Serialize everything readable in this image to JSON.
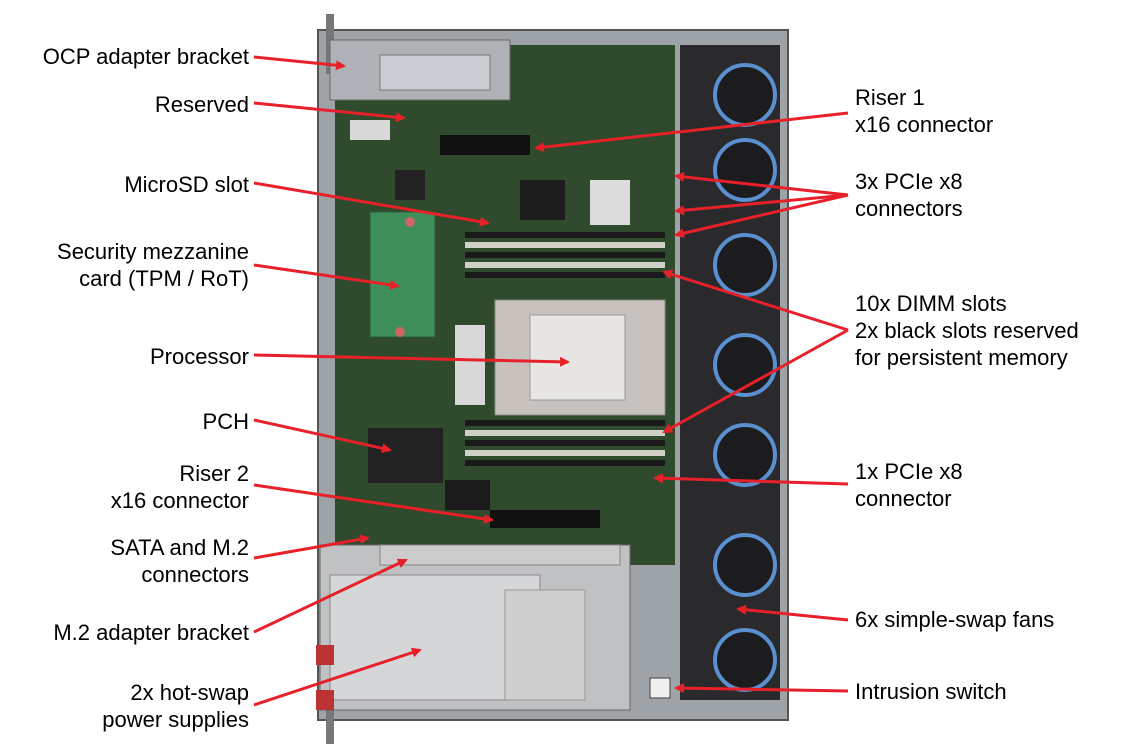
{
  "labels_left": [
    {
      "id": "ocp-adapter-bracket",
      "text": "OCP adapter bracket"
    },
    {
      "id": "reserved",
      "text": "Reserved"
    },
    {
      "id": "microsd-slot",
      "text": "MicroSD slot"
    },
    {
      "id": "security-mezzanine-card",
      "text": "Security mezzanine\ncard (TPM / RoT)"
    },
    {
      "id": "processor",
      "text": "Processor"
    },
    {
      "id": "pch",
      "text": "PCH"
    },
    {
      "id": "riser-2",
      "text": "Riser 2\nx16 connector"
    },
    {
      "id": "sata-m2-connectors",
      "text": "SATA and M.2\nconnectors"
    },
    {
      "id": "m2-adapter-bracket",
      "text": "M.2 adapter bracket"
    },
    {
      "id": "power-supplies",
      "text": "2x hot-swap\npower supplies"
    }
  ],
  "labels_right": [
    {
      "id": "riser-1",
      "text": "Riser 1\nx16 connector"
    },
    {
      "id": "pcie-x8-3",
      "text": "3x PCIe x8\nconnectors"
    },
    {
      "id": "dimm-slots",
      "text": "10x DIMM slots\n2x black slots reserved\nfor persistent memory"
    },
    {
      "id": "pcie-x8-1",
      "text": "1x PCIe x8\nconnector"
    },
    {
      "id": "fans",
      "text": "6x simple-swap fans"
    },
    {
      "id": "intrusion-switch",
      "text": "Intrusion switch"
    }
  ],
  "colors": {
    "arrow": "#e8202a",
    "board": "#2f4a2c",
    "chassis": "#b9bcbf",
    "fan": "#1c1c1e",
    "fan_ring": "#5a8fd0",
    "dimm_slot": "#1a1a1a",
    "heatsink": "#c7c2bd",
    "psu": "#bfc1c3"
  }
}
